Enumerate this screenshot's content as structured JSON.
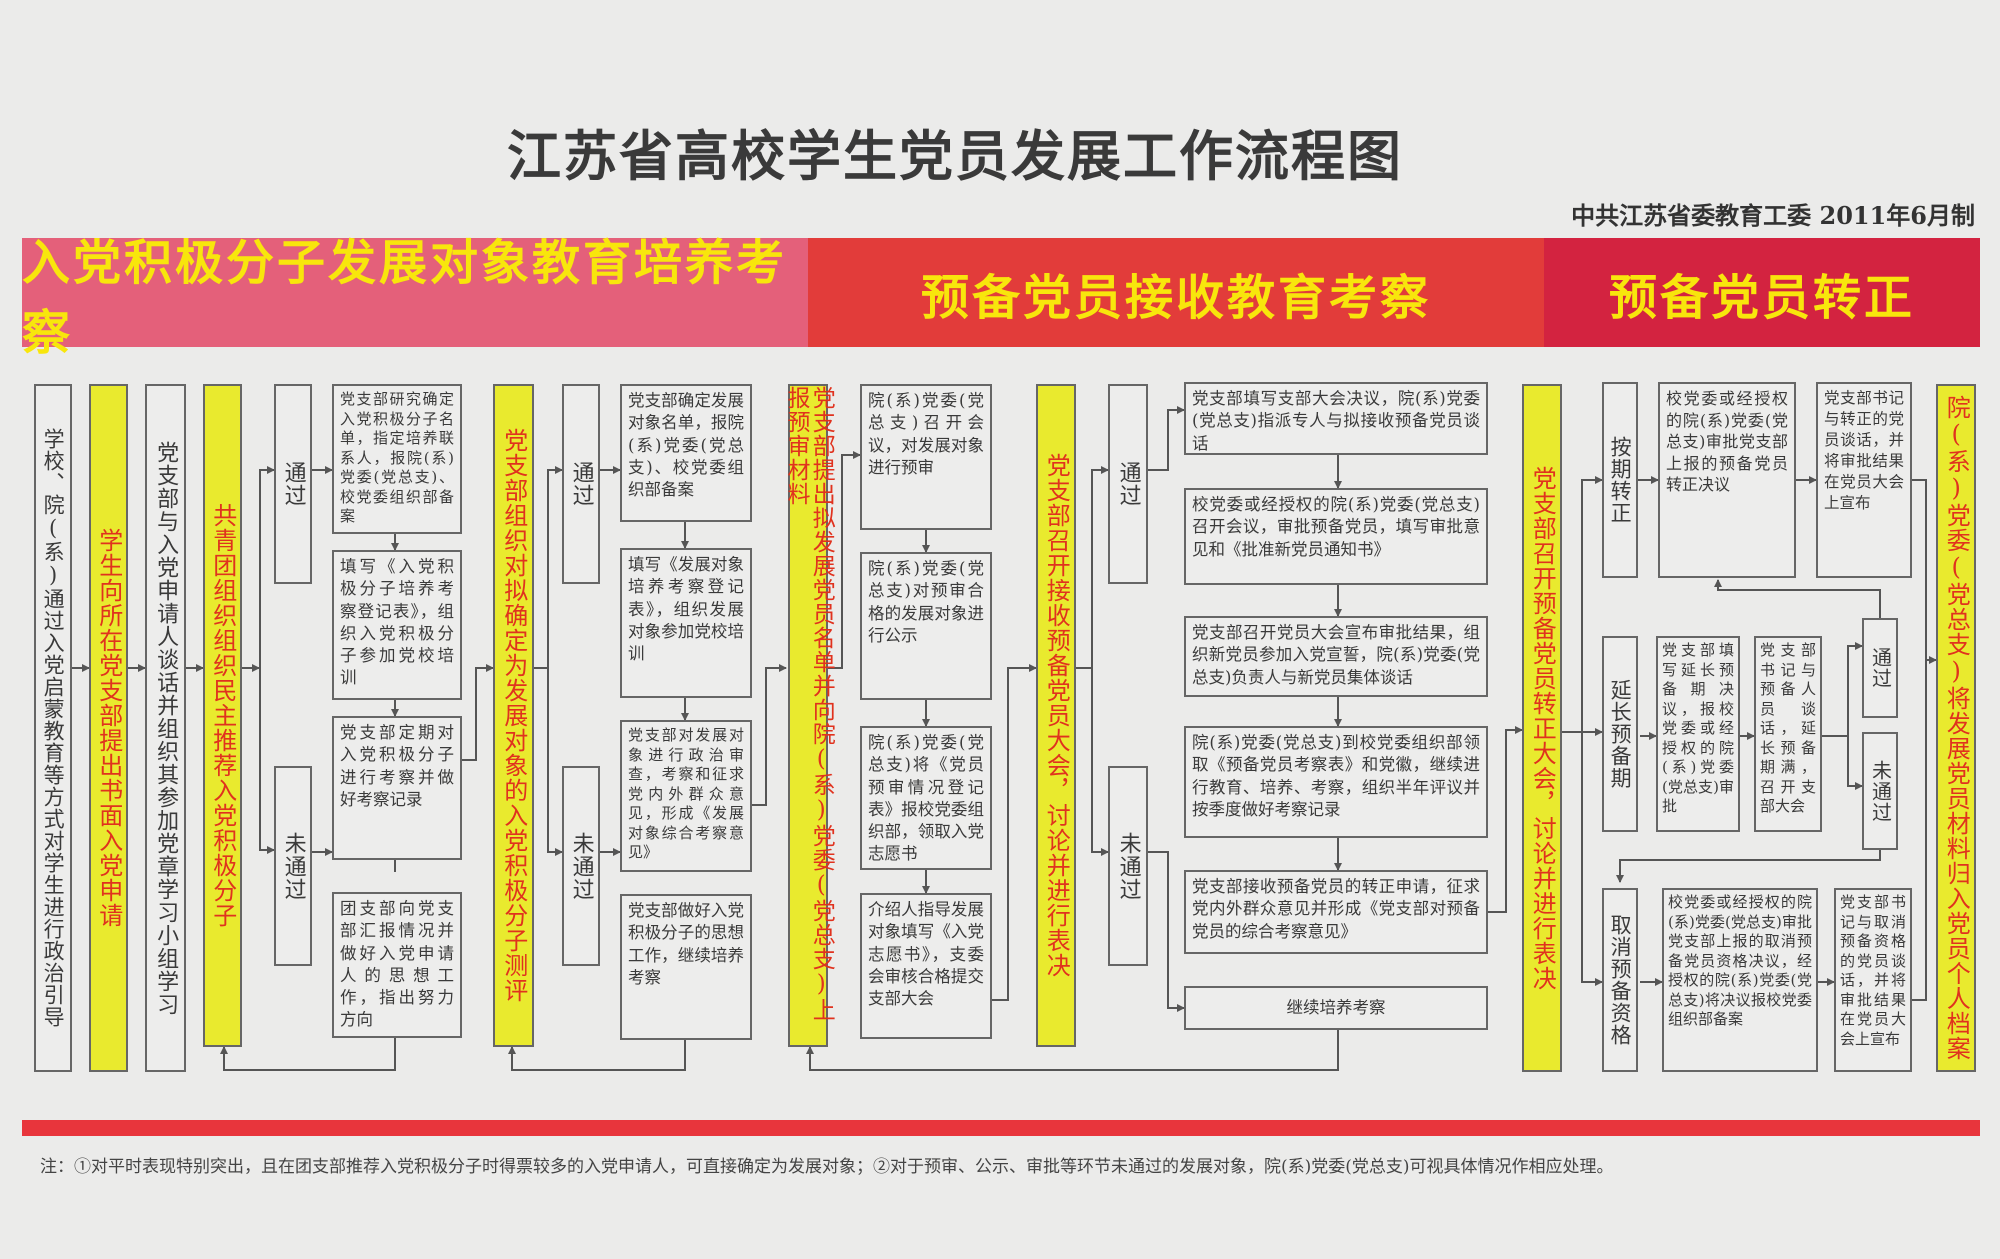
{
  "title": "江苏省高校学生党员发展工作流程图",
  "issuer": "中共江苏省委教育工委 2011年6月制",
  "bands": [
    {
      "label": "入党积极分子发展对象教育培养考察",
      "color": "#e4607a"
    },
    {
      "label": "预备党员接收教育考察",
      "color": "#e23c3a"
    },
    {
      "label": "预备党员转正",
      "color": "#d32340"
    }
  ],
  "colors": {
    "bar_fill": "#e9ea2e",
    "bar_text": "#e0321e",
    "band_text": "#f8e60c",
    "rule": "#e8353c"
  },
  "steps": {
    "s1": "学校、院(系)通过入党启蒙教育等方式对学生进行政治引导",
    "y1": "学生向所在党支部提出书面入党申请",
    "s2": "党支部与入党申请人谈话并组织其参加党章学习小组学习",
    "y2": "共青团组织组织民主推荐入党积极分子",
    "pass": "通过",
    "fail": "未通过",
    "a1": "党支部研究确定入党积极分子名单，指定培养联系人，报院(系)党委(党总支)、校党委组织部备案",
    "a2": "填写《入党积极分子培养考察登记表》，组织入党积极分子参加党校培训",
    "a3": "党支部定期对入党积极分子进行考察并做好考察记录",
    "a4": "团支部向党支部汇报情况并做好入党申请人的思想工作，指出努力方向",
    "y3": "党支部组织对拟确定为发展对象的入党积极分子测评",
    "b1": "党支部确定发展对象名单，报院(系)党委(党总支)、校党委组织部备案",
    "b2": "填写《发展对象培养考察登记表》，组织发展对象参加党校培训",
    "b3": "党支部对发展对象进行政治审查，考察和征求党内外群众意见，形成《发展对象综合考察意见》",
    "b4": "党支部做好入党积极分子的思想工作，继续培养考察",
    "y4": "党支部提出拟发展党员名单并向院(系)党委(党总支)上报预审材料",
    "c1": "院(系)党委(党总支)召开会议，对发展对象进行预审",
    "c2": "院(系)党委(党总支)对预审合格的发展对象进行公示",
    "c3": "院(系)党委(党总支)将《党员预审情况登记表》报校党委组织部，领取入党志愿书",
    "c4": "介绍人指导发展对象填写《入党志愿书》，支委会审核合格提交支部大会",
    "y5": "党支部召开接收预备党员大会，讨论并进行表决",
    "d1": "党支部填写支部大会决议，院(系)党委(党总支)指派专人与拟接收预备党员谈话",
    "d2": "校党委或经授权的院(系)党委(党总支)召开会议，审批预备党员，填写审批意见和《批准新党员通知书》",
    "d3": "党支部召开党员大会宣布审批结果，组织新党员参加入党宣誓，院(系)党委(党总支)负责人与新党员集体谈话",
    "d4": "院(系)党委(党总支)到校党委组织部领取《预备党员考察表》和党徽，继续进行教育、培养、考察，组织半年评议并按季度做好考察记录",
    "d5": "党支部接收预备党员的转正申请，征求党内外群众意见并形成《党支部对预备党员的综合考察意见》",
    "d6": "继续培养考察",
    "y6": "党支部召开预备党员转正大会，讨论并进行表决",
    "on_time": "按期转正",
    "extend": "延长预备期",
    "cancel": "取消预备资格",
    "e1": "校党委或经授权的院(系)党委(党总支)审批党支部上报的预备党员转正决议",
    "e2": "党支部书记与转正的党员谈话，并将审批结果在党员大会上宣布",
    "f1": "党支部填写延长预备期决议，报校党委或经授权的院(系)党委(党总支)审批",
    "f2": "党支部书记与预备人员谈话，延长预备期满，召开支部大会",
    "g1": "校党委或经授权的院(系)党委(党总支)审批党支部上报的取消预备党员资格决议，经授权的院(系)党委(党总支)将决议报校党委组织部备案",
    "g2": "党支部书记与取消预备资格的党员谈话，并将审批结果在党员大会上宣布",
    "y7": "院(系)党委(党总支)将发展党员材料归入党员个人档案"
  },
  "note": "注：①对平时表现特别突出，且在团支部推荐入党积极分子时得票较多的入党申请人，可直接确定为发展对象；②对于预审、公示、审批等环节未通过的发展对象，院(系)党委(党总支)可视具体情况作相应处理。"
}
